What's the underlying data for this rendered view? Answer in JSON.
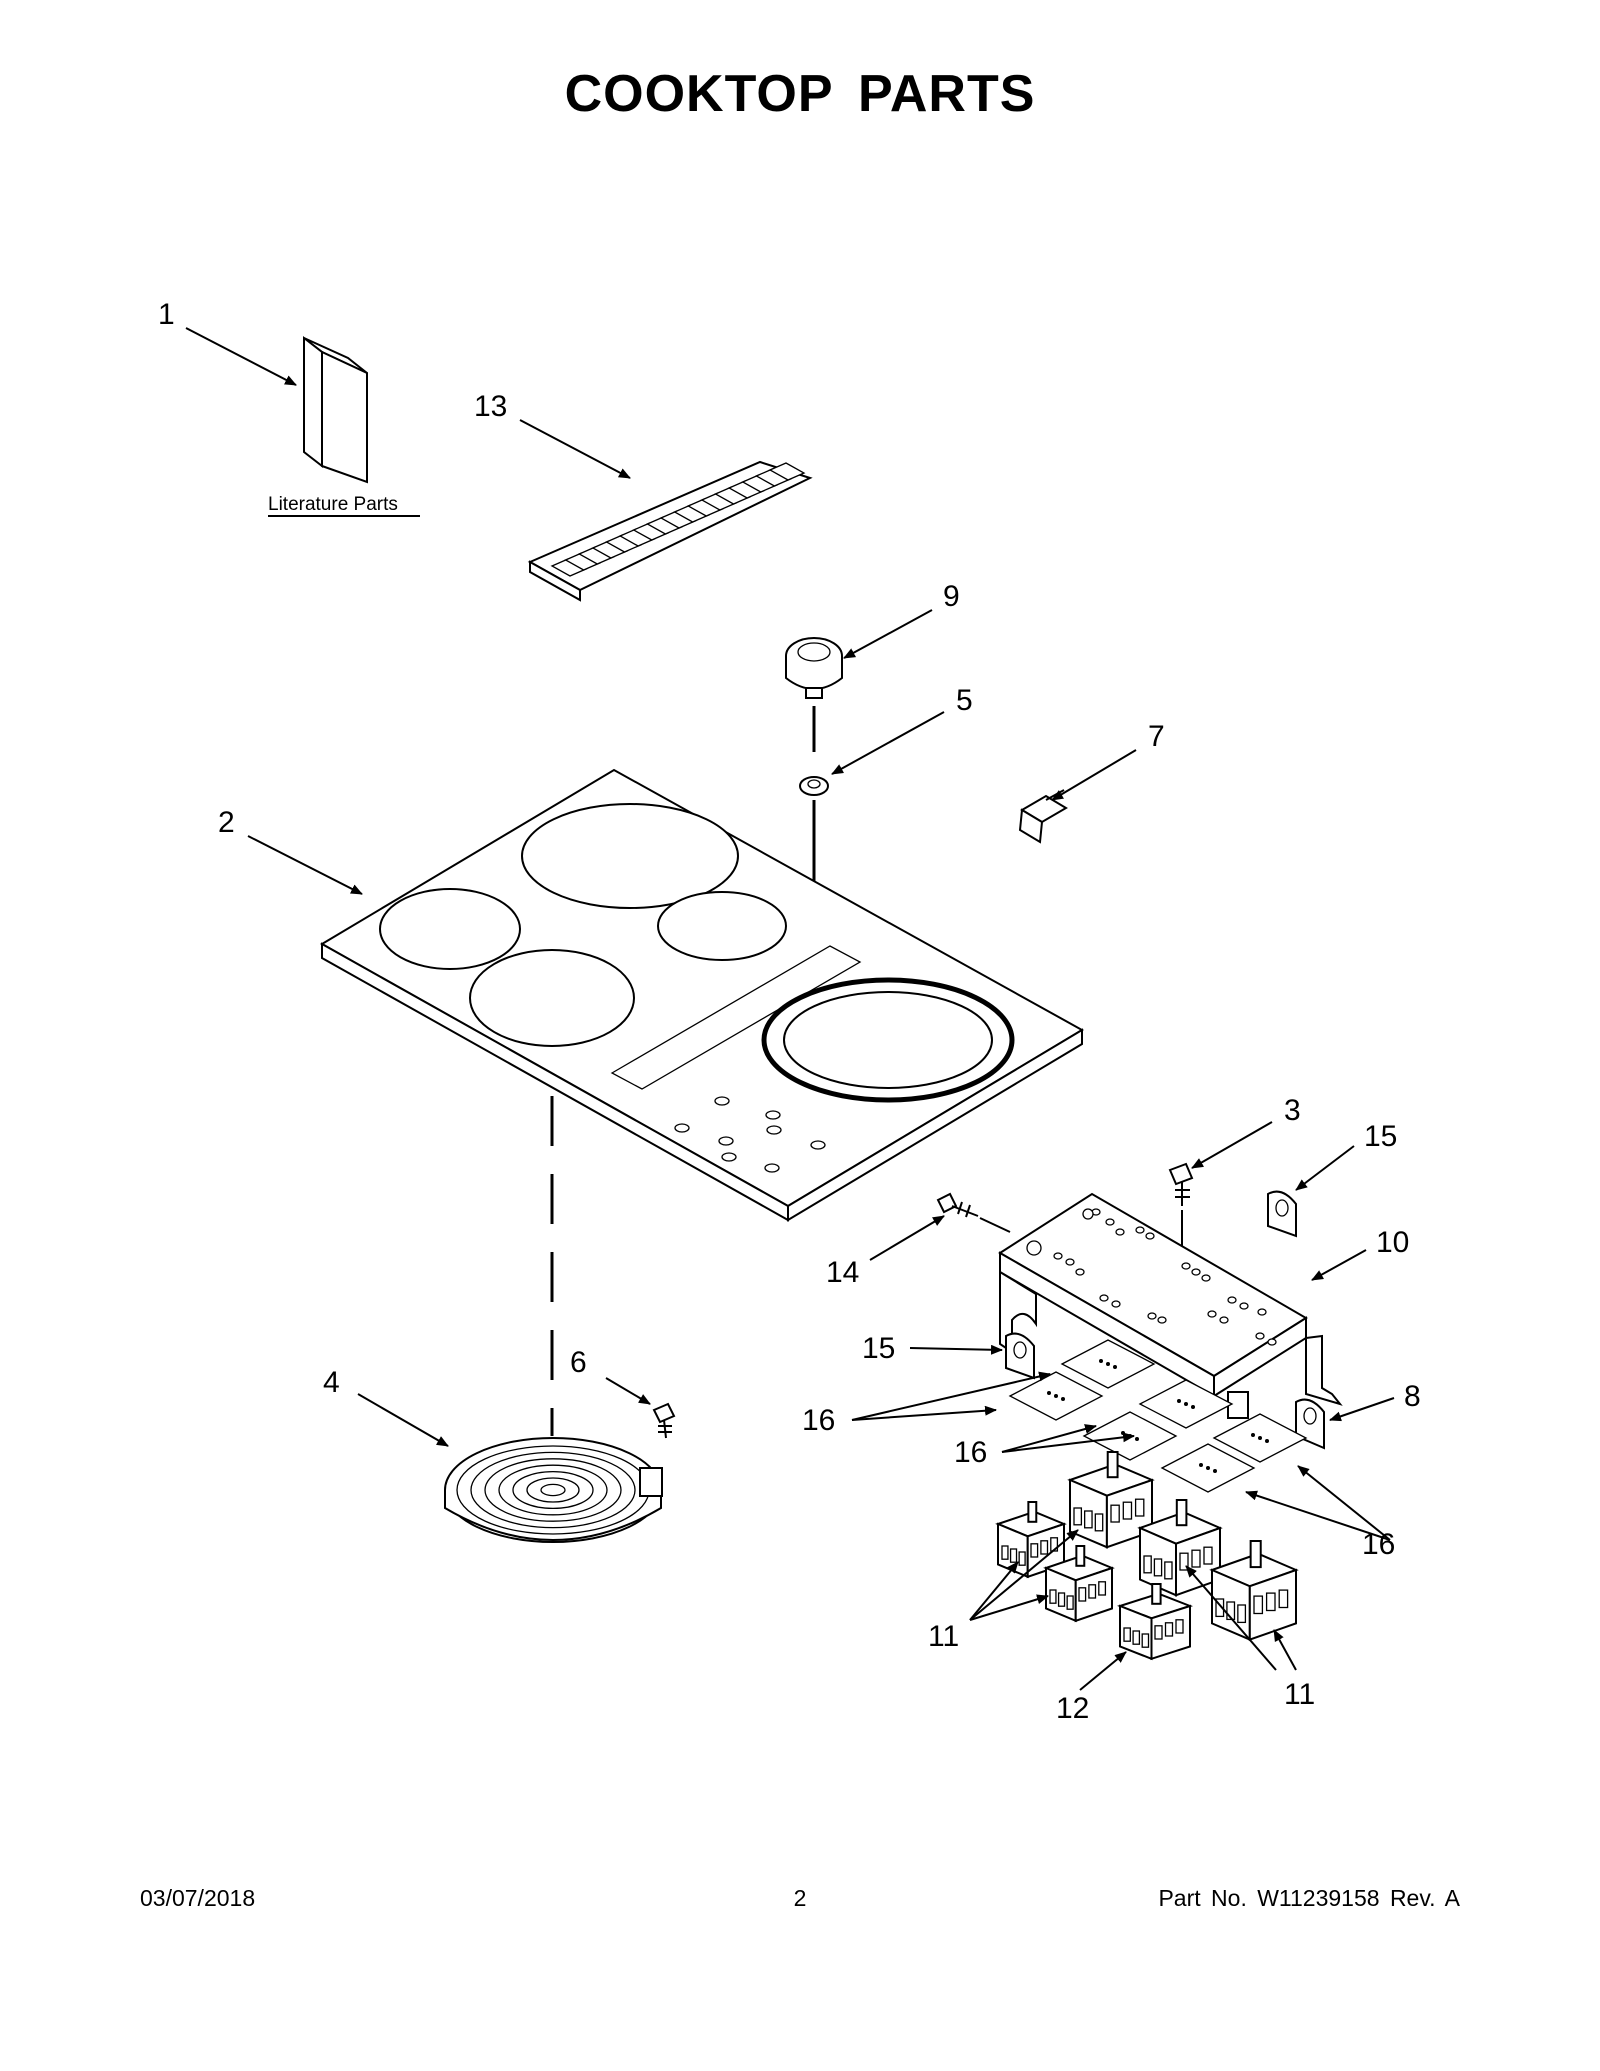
{
  "page_title": "COOKTOP  PARTS",
  "literature_label": "Literature Parts",
  "callouts": {
    "c1": "1",
    "c2": "2",
    "c3": "3",
    "c4": "4",
    "c5": "5",
    "c6": "6",
    "c7": "7",
    "c8": "8",
    "c9": "9",
    "c10": "10",
    "c11a": "11",
    "c11b": "11",
    "c12": "12",
    "c13": "13",
    "c14": "14",
    "c15a": "15",
    "c15b": "15",
    "c16a": "16",
    "c16b": "16",
    "c16c": "16"
  },
  "footer": {
    "date": "03/07/2018",
    "page": "2",
    "part_no": "Part No.  W11239158  Rev.  A"
  }
}
